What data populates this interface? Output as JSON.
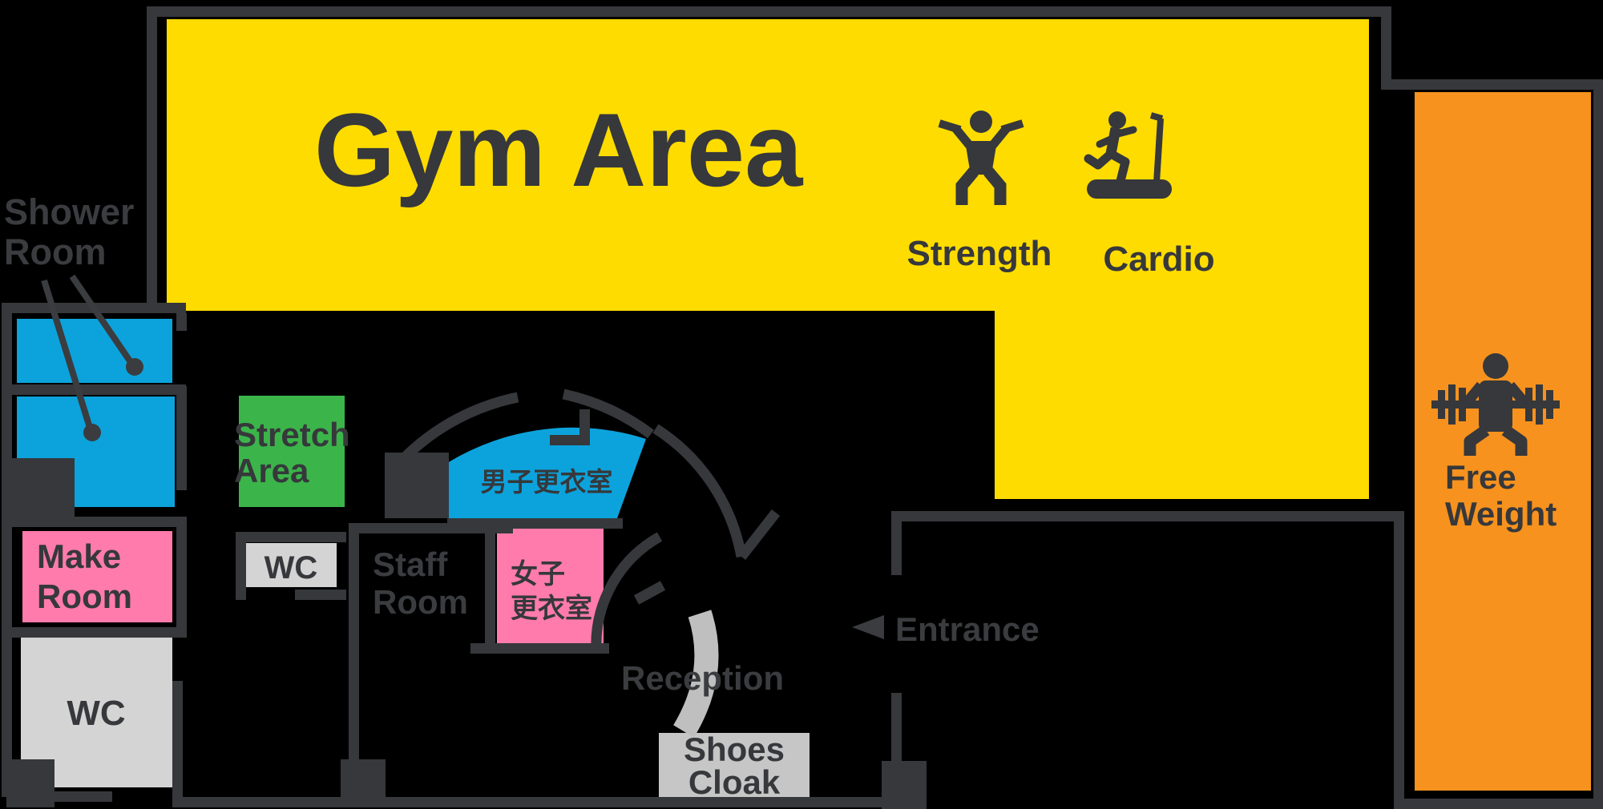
{
  "title": "Gym floor plan",
  "colors": {
    "background": "#000000",
    "ink": "#36383B",
    "gym": "#FFDC00",
    "free_weight": "#F7921E",
    "shower": "#0CA3DC",
    "locker_mens": "#0CA3DC",
    "stretch": "#3BB54A",
    "make_room": "#FF7BAC",
    "locker_womens": "#FF7BAC",
    "wc": "#D4D4D4",
    "shoes_cloak": "#C6C6C6",
    "reception_desk": "#BFBFBF"
  },
  "rooms": {
    "gym": {
      "label": "Gym Area"
    },
    "strength": {
      "label": "Strength"
    },
    "cardio": {
      "label": "Cardio"
    },
    "free_weight": {
      "lines": [
        "Free",
        "Weight"
      ]
    },
    "shower": {
      "lines": [
        "Shower",
        "Room"
      ]
    },
    "stretch": {
      "lines": [
        "Stretch",
        "Area"
      ]
    },
    "make_room": {
      "lines": [
        "Make",
        "Room"
      ]
    },
    "wc_large": {
      "label": "WC"
    },
    "wc_small": {
      "label": "WC"
    },
    "staff": {
      "lines": [
        "Staff",
        "Room"
      ]
    },
    "mens_locker": {
      "label": "男子更衣室"
    },
    "womens_locker": {
      "lines": [
        "女子",
        "更衣室"
      ]
    },
    "reception": {
      "label": "Reception"
    },
    "shoes_cloak": {
      "lines": [
        "Shoes",
        "Cloak"
      ]
    },
    "entrance": {
      "label": "Entrance"
    }
  }
}
